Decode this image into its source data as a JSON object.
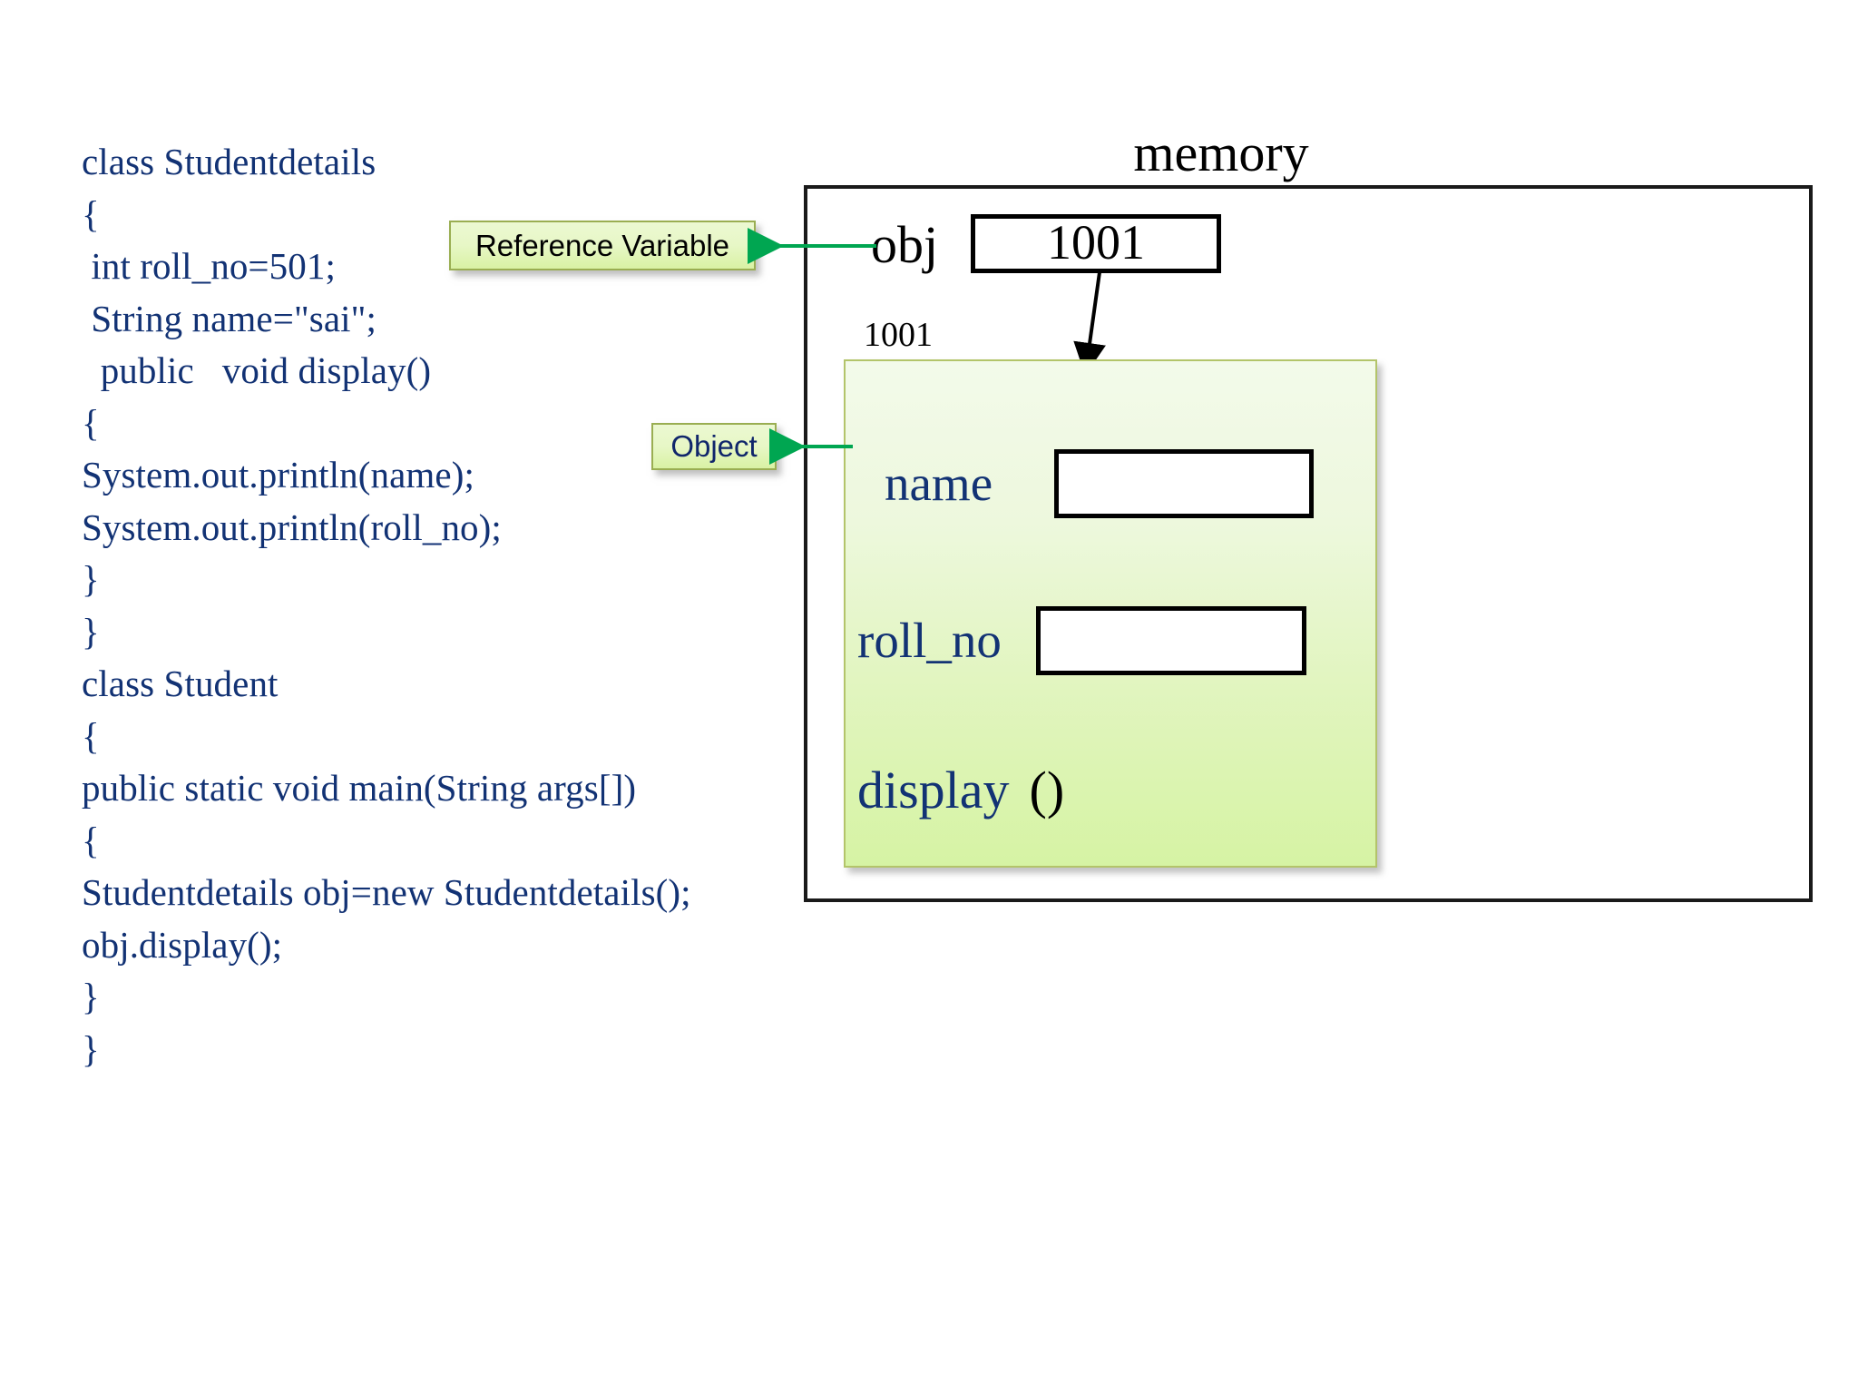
{
  "code": {
    "lines": [
      "class Studentdetails",
      "{",
      " int roll_no=501;",
      " String name=\"sai\";",
      "  public   void display()",
      "{",
      "System.out.println(name);",
      "System.out.println(roll_no);",
      "}",
      "}",
      "class Student",
      "{",
      "public static void main(String args[])",
      "{",
      "Studentdetails obj=new Studentdetails();",
      "obj.display();",
      "}",
      "}"
    ]
  },
  "memory": {
    "title": "memory",
    "reference": {
      "label": "obj",
      "value": "1001"
    },
    "heap_address": "1001",
    "object": {
      "fields": [
        {
          "label": "name",
          "value": ""
        },
        {
          "label": "roll_no",
          "value": ""
        }
      ],
      "method": {
        "label": "display",
        "parens": "()"
      }
    }
  },
  "callouts": {
    "reference_variable": "Reference Variable",
    "object": "Object"
  },
  "colors": {
    "code_text": "#123274",
    "callout_fill": "#e7f7c6",
    "callout_border": "#9aae52",
    "object_fill": "#e2f5c1",
    "connector_green": "#00a651",
    "memory_border": "#1a1a1a"
  }
}
